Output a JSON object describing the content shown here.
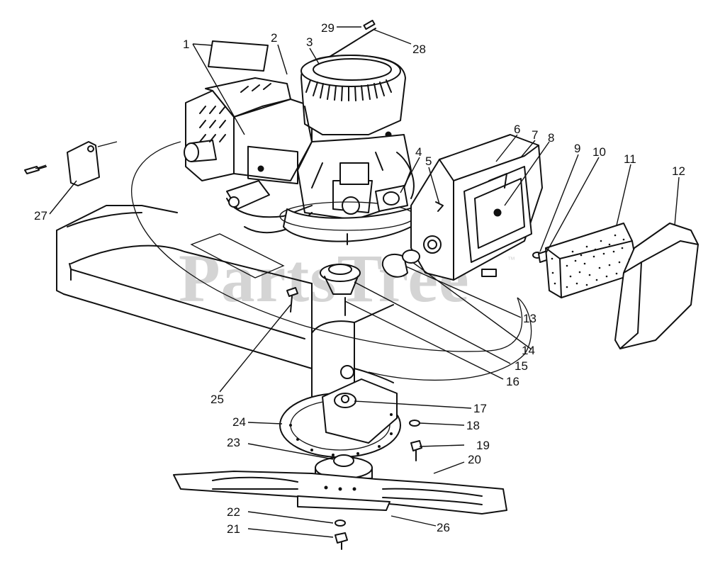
{
  "watermark": {
    "text": "PartsTree",
    "trademark": "™"
  },
  "callouts": [
    {
      "id": "1",
      "label": "1"
    },
    {
      "id": "2",
      "label": "2"
    },
    {
      "id": "3",
      "label": "3"
    },
    {
      "id": "4",
      "label": "4"
    },
    {
      "id": "5",
      "label": "5"
    },
    {
      "id": "6",
      "label": "6"
    },
    {
      "id": "7",
      "label": "7"
    },
    {
      "id": "8",
      "label": "8"
    },
    {
      "id": "9",
      "label": "9"
    },
    {
      "id": "10",
      "label": "10"
    },
    {
      "id": "11",
      "label": "11"
    },
    {
      "id": "12",
      "label": "12"
    },
    {
      "id": "13",
      "label": "13"
    },
    {
      "id": "14",
      "label": "14"
    },
    {
      "id": "15",
      "label": "15"
    },
    {
      "id": "16",
      "label": "16"
    },
    {
      "id": "17",
      "label": "17"
    },
    {
      "id": "18",
      "label": "18"
    },
    {
      "id": "19",
      "label": "19"
    },
    {
      "id": "20",
      "label": "20"
    },
    {
      "id": "21",
      "label": "21"
    },
    {
      "id": "22",
      "label": "22"
    },
    {
      "id": "23",
      "label": "23"
    },
    {
      "id": "24",
      "label": "24"
    },
    {
      "id": "25",
      "label": "25"
    },
    {
      "id": "26",
      "label": "26"
    },
    {
      "id": "27",
      "label": "27"
    },
    {
      "id": "28",
      "label": "28"
    },
    {
      "id": "29",
      "label": "29"
    }
  ]
}
